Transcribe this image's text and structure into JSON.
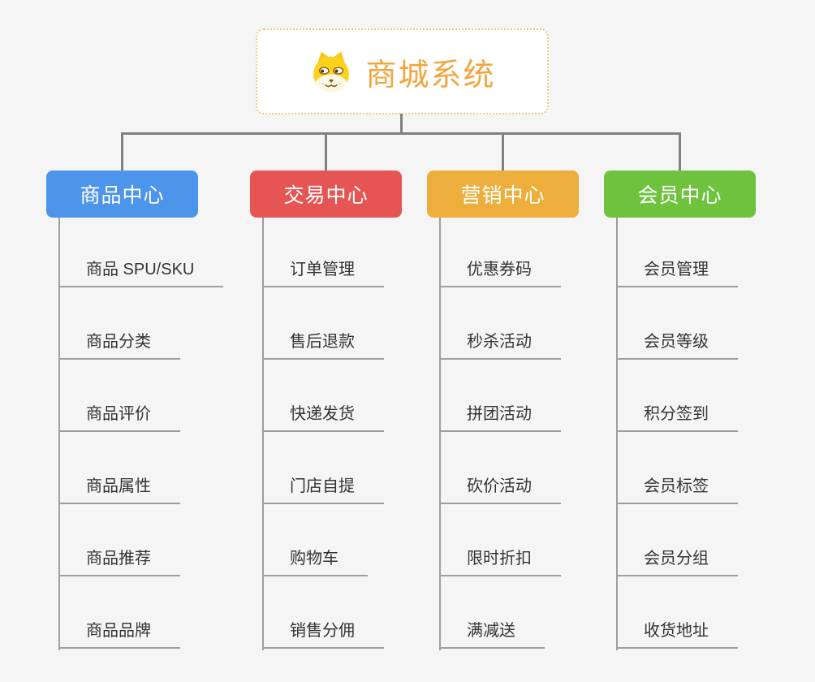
{
  "root": {
    "title": "商城系统",
    "icon": "shiba-dog-icon"
  },
  "theme": {
    "canvas_bg": "#f5f5f5",
    "root_border": "#f2c77f",
    "root_text": "#f2a640",
    "connector": "#808080",
    "leaf_line": "#9e9e9e",
    "leaf_text": "#333333"
  },
  "branches": [
    {
      "label": "商品中心",
      "color": "#4d94eb",
      "items": [
        "商品 SPU/SKU",
        "商品分类",
        "商品评价",
        "商品属性",
        "商品推荐",
        "商品品牌"
      ]
    },
    {
      "label": "交易中心",
      "color": "#e45553",
      "items": [
        "订单管理",
        "售后退款",
        "快递发货",
        "门店自提",
        "购物车",
        "销售分佣"
      ]
    },
    {
      "label": "营销中心",
      "color": "#edae3c",
      "items": [
        "优惠券码",
        "秒杀活动",
        "拼团活动",
        "砍价活动",
        "限时折扣",
        "满减送"
      ]
    },
    {
      "label": "会员中心",
      "color": "#6ec23e",
      "items": [
        "会员管理",
        "会员等级",
        "积分签到",
        "会员标签",
        "会员分组",
        "收货地址"
      ]
    }
  ]
}
